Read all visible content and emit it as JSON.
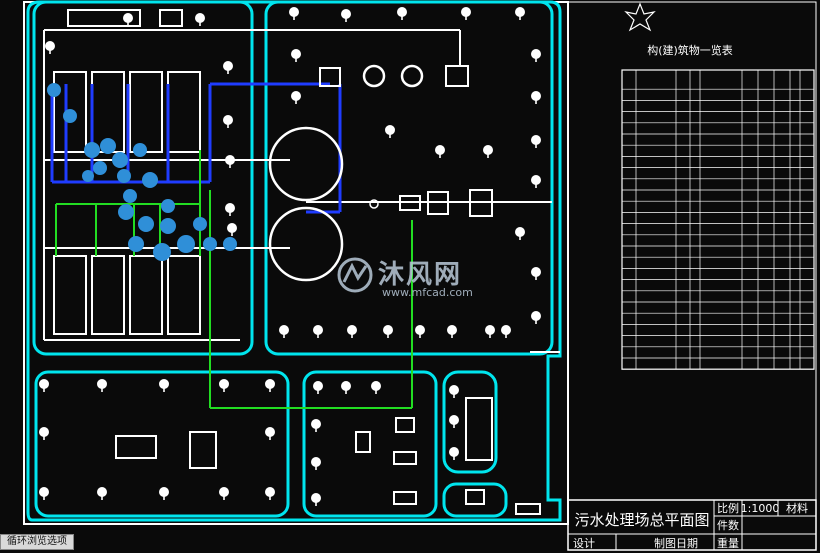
{
  "title_block": {
    "drawing_title": "污水处理场总平面图",
    "scale_label": "比例",
    "scale_value": "1:1000",
    "material_label": "材料",
    "count_label": "件数",
    "design_label": "设计",
    "date_label": "制图日期",
    "weight_label": "重量"
  },
  "table": {
    "title": "构(建)筑物一览表",
    "rows": 26
  },
  "watermark": {
    "brand": "沐风网",
    "url": "www.mfcad.com"
  },
  "bottom_tab": {
    "label": "循环浏览选项"
  },
  "colors": {
    "background": "#0a0a0a",
    "boundary": "#00e5ee",
    "white_line": "#ffffff",
    "pipe_blue": "#1f3cff",
    "pipe_green": "#22dd22",
    "equipment_blue": "#2f8fd8"
  }
}
